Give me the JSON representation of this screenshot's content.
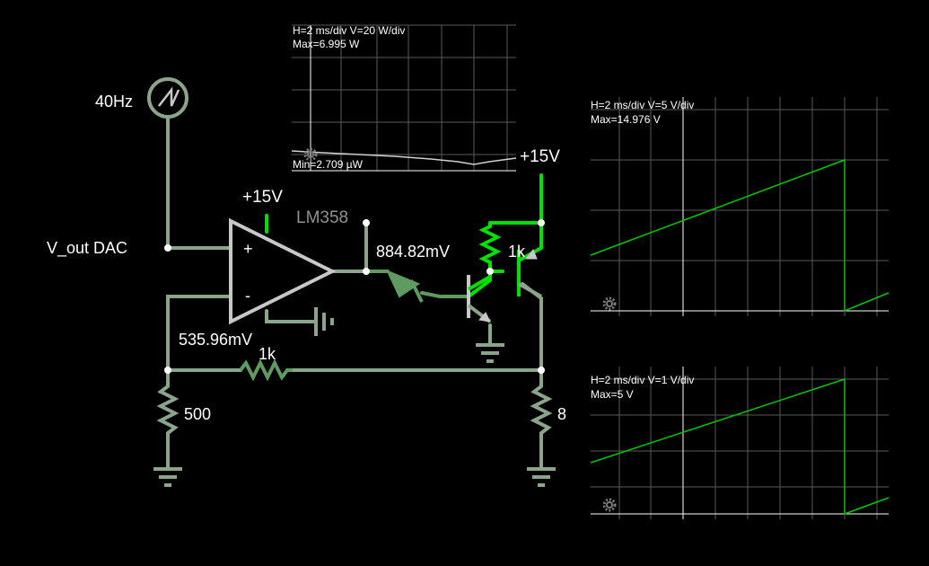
{
  "colors": {
    "background": "#000000",
    "wire_idle": "#8aa58a",
    "wire_mid": "#5f9a5f",
    "wire_active": "#00e000",
    "component": "#c8c8c8",
    "grid": "#5a5a5a",
    "text": "#ffffff",
    "trace_power": "#d0d0d0",
    "trace_voltage": "#00c800"
  },
  "circuit": {
    "source": {
      "freq_label": "40Hz",
      "icon": "sawtooth-source-icon"
    },
    "input_label": "V_out DAC",
    "opamp": {
      "name": "LM358",
      "plus": "+",
      "minus": "-",
      "supply": "+15V"
    },
    "supply_right": "+15V",
    "node_voltage_out": "884.82mV",
    "node_voltage_inv": "535.96mV",
    "r_feedback": "1k",
    "r_ground": "500",
    "r_base": "1k",
    "r_load": "8"
  },
  "scopes": [
    {
      "id": "scope-power",
      "scale": "H=2 ms/div V=20 W/div",
      "max": "Max=6.995 W",
      "min": "Min=2.709 µW",
      "trace_type": "power"
    },
    {
      "id": "scope-voltage-a",
      "scale": "H=2 ms/div V=5 V/div",
      "max": "Max=14.976 V",
      "trace_type": "sawtooth"
    },
    {
      "id": "scope-voltage-b",
      "scale": "H=2 ms/div V=1 V/div",
      "max": "Max=5 V",
      "trace_type": "sawtooth"
    }
  ]
}
